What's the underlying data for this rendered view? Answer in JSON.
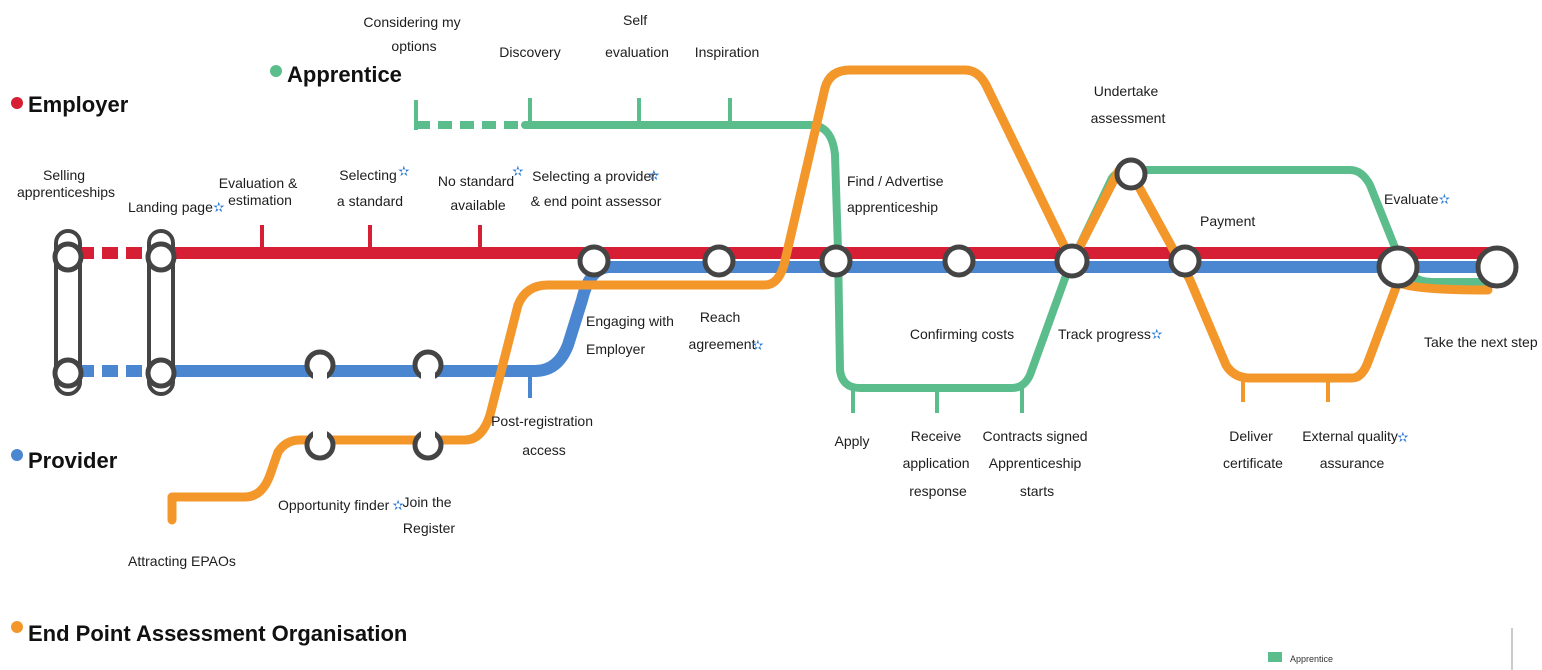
{
  "colors": {
    "employer": "#d61f35",
    "apprentice": "#5cbd8c",
    "provider": "#4a87d0",
    "epao": "#f3972b",
    "star": "#2d7bd4",
    "station_stroke": "#444444"
  },
  "legend": {
    "employer": "Employer",
    "apprentice": "Apprentice",
    "provider": "Provider",
    "epao": "End Point Assessment Organisation",
    "key_apprentice": "Apprentice"
  },
  "star_glyph": "✫",
  "labels": {
    "selling_apprenticeships": [
      "Selling",
      "apprenticeships"
    ],
    "landing_page": "Landing page",
    "evaluation_estimation": [
      "Evaluation &",
      "estimation"
    ],
    "selecting_standard": [
      "Selecting",
      "a standard"
    ],
    "no_standard": [
      "No standard",
      "available"
    ],
    "selecting_provider": [
      "Selecting a provider",
      "& end point assessor"
    ],
    "considering_options": [
      "Considering my",
      "options"
    ],
    "discovery": "Discovery",
    "self_evaluation": [
      "Self",
      "evaluation"
    ],
    "inspiration": "Inspiration",
    "find_advertise": [
      "Find / Advertise",
      "apprenticeship"
    ],
    "undertake_assessment": [
      "Undertake",
      "assessment"
    ],
    "payment": "Payment",
    "evaluate": "Evaluate",
    "engaging_employer": [
      "Engaging with",
      "Employer"
    ],
    "reach_agreement": [
      "Reach",
      "agreement"
    ],
    "confirming_costs": "Confirming costs",
    "track_progress": "Track progress",
    "take_next_step": "Take the next step",
    "post_registration": [
      "Post-registration",
      "access"
    ],
    "apply": "Apply",
    "receive_application": [
      "Receive",
      "application",
      "response"
    ],
    "contracts_signed": [
      "Contracts signed",
      "Apprenticeship",
      "starts"
    ],
    "deliver_certificate": [
      "Deliver",
      "certificate"
    ],
    "external_quality": [
      "External quality",
      "assurance"
    ],
    "opportunity_finder": "Opportunity finder",
    "join_register": [
      "Join the",
      "Register"
    ],
    "attracting_epaos": "Attracting EPAOs"
  }
}
